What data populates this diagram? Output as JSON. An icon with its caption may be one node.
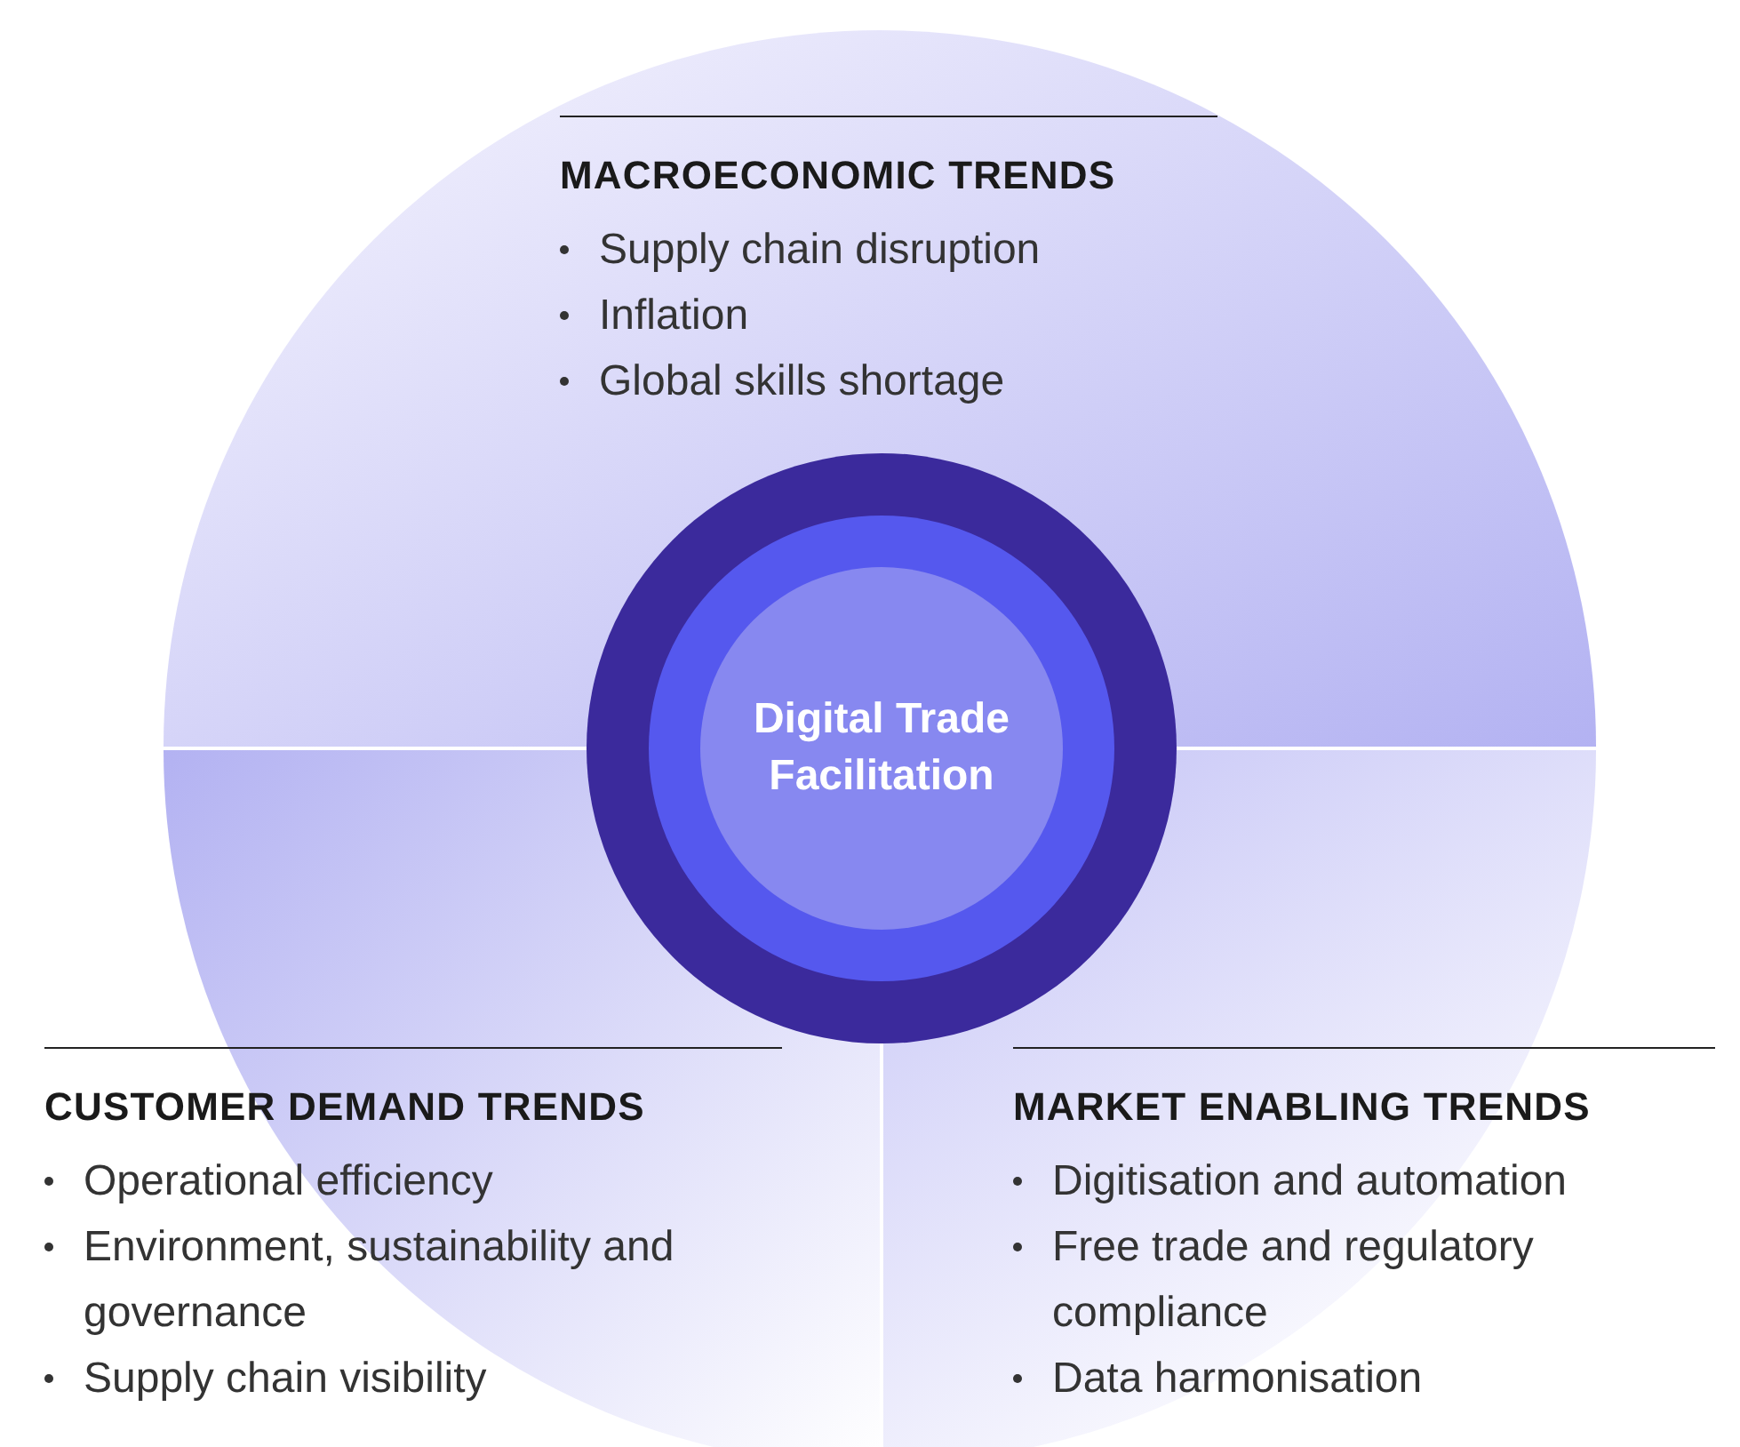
{
  "diagram": {
    "nodes": [
      {
        "text": [
          "MACROECONOMIC TRENDS",
          "Supply chain disruption",
          "Inflation",
          "Global skills shortage"
        ]
      },
      {
        "text": [
          "Digital Trade Facilitation"
        ]
      },
      {
        "text": [
          "CUSTOMER DEMAND TRENDS",
          "Operational efficiency",
          "Environment, sustainability and governance",
          "Supply chain visibility"
        ]
      },
      {
        "text": [
          "MARKET ENABLING TRENDS",
          "Digitisation and automation",
          "Free trade and regulatory compliance",
          "Data harmonisation"
        ]
      }
    ]
  }
}
